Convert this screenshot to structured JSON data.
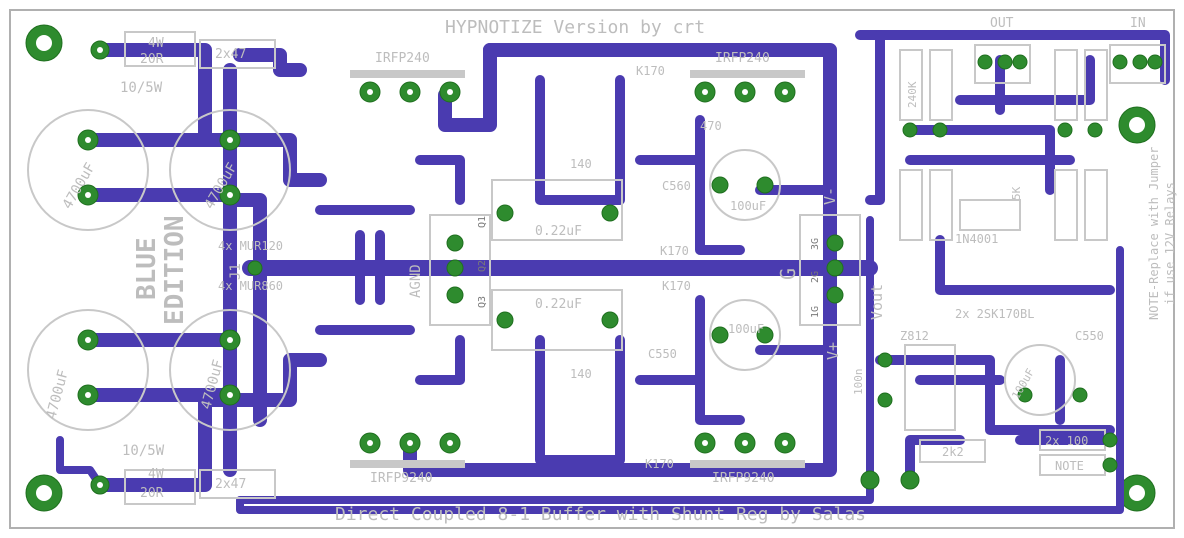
{
  "title": "HYPNOTIZE Version by crt",
  "footer": "Direct Coupled 8-1 Buffer with Shunt Reg by Salas",
  "edition": [
    "BLUE",
    "EDITION"
  ],
  "side_note": [
    "NOTE-Replace with Jumper",
    "if use 12V Relays"
  ],
  "colors": {
    "copper": "#4a3bb0",
    "pad": "#2e8b2e",
    "silkscreen": "#bdbdbd",
    "background": "#ffffff"
  },
  "labels": {
    "mosfet_top_left": "IRFP240",
    "mosfet_top_right": "IRFP240",
    "mosfet_bottom_left": "IRFP9240",
    "mosfet_bottom_right": "IRFP9240",
    "res_top": "4W",
    "res_top_val": "20R",
    "res_top_rating": "10/5W",
    "res_bottom": "4W",
    "res_bottom_val": "20R",
    "res_bottom_rating": "10/5W",
    "res_2x47_top": "2x47",
    "res_2x47_bottom": "2x47",
    "cap_tl": "4700uF",
    "cap_tc": "4700uF",
    "cap_bl": "4700uF",
    "cap_bc": "4700uF",
    "mur_top": "4x MUR120",
    "mur_bottom": "4x MUR860",
    "j1": "J1",
    "agnd": "AGND",
    "q1": "Q1",
    "q2": "Q2",
    "q3": "Q3",
    "film_top": "0.22uF",
    "film_bottom": "0.22uF",
    "k170_top": "K170",
    "k170_top2": "K170",
    "k170_bottom": "K170",
    "k170_bottom2": "K170",
    "c560": "C560",
    "c550": "C550",
    "c550b": "C550",
    "cap_100uf_top": "100uF",
    "cap_100uf_bottom": "100uF",
    "res_140_top": "140",
    "res_140_bottom": "140",
    "res_470": "470",
    "v_out": "Vout",
    "v_minus": "V-",
    "v_plus": "V+",
    "ground": "G",
    "pin_labels": [
      "3G",
      "2G",
      "1G"
    ],
    "diode": "1N4001",
    "jfet": "2x 2SK170BL",
    "out_label": "OUT",
    "in_label": "IN",
    "res_240k": "240K",
    "z812": "Z812",
    "cap_100n": "100n",
    "cap_100u_small": "100uF",
    "res_2x100": "2x 100",
    "note_box": "NOTE",
    "res_2k2": "2k2",
    "res_5k": "5K"
  }
}
